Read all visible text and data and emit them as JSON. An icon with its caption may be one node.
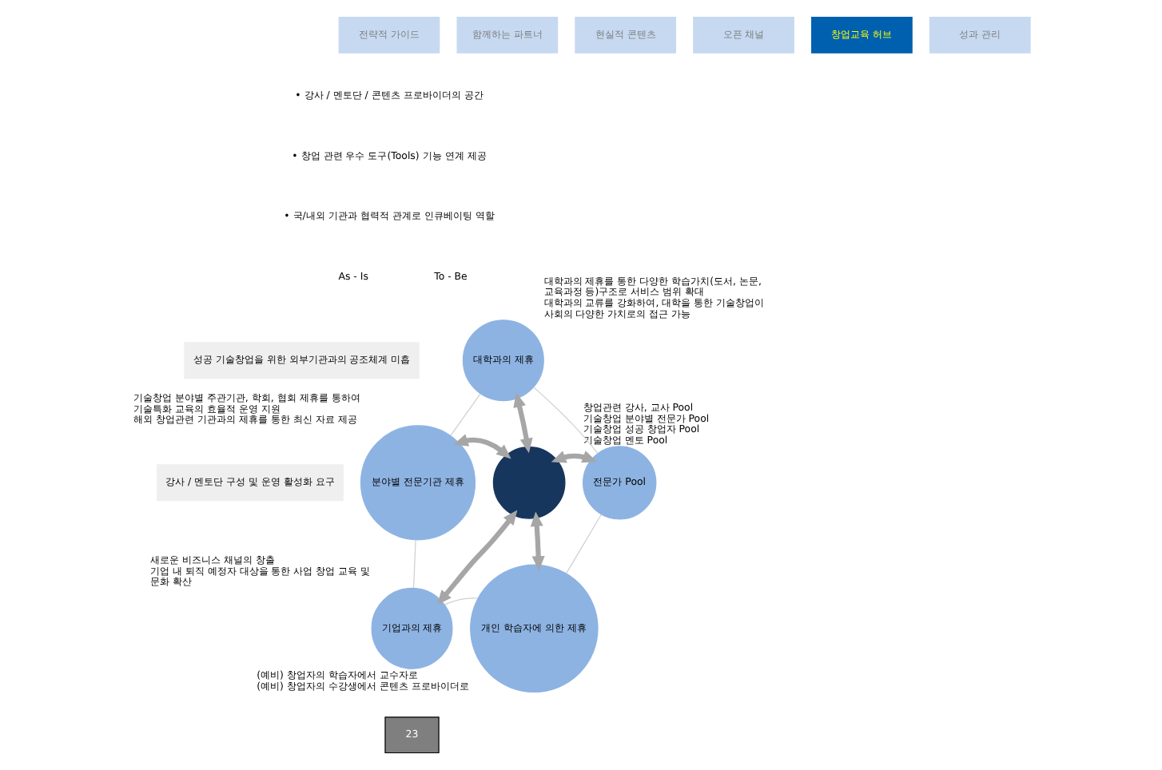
{
  "diagram": {
    "nodes": [
      {
        "text": [
          "전략적 가이드"
        ]
      },
      {
        "text": [
          "함께하는 파트너"
        ]
      },
      {
        "text": [
          "현실적 콘텐츠"
        ]
      },
      {
        "text": [
          "오픈 채널"
        ]
      },
      {
        "text": [
          "창업교육 허브"
        ]
      },
      {
        "text": [
          "성과 관리"
        ]
      },
      {
        "text": [
          "성공 기술창업을 위한 외부기관과의 공조체계 미흡"
        ]
      },
      {
        "text": [
          "강사 / 멘토단 구성 및 운영 활성화 요구"
        ]
      },
      {
        "text": [
          "대학과의 제휴"
        ],
        "beside": [
          "대학과의 제휴를 통한 다양한 학습가치(도서, 논문, 교육과정 등)구조로 서비스 범위 확대",
          "대학과의 교류를 강화하여, 대학을 통한 기술창업이 사회의 다양한 가치로의 접근 가능"
        ]
      },
      {
        "text": [
          "분야별 전문기관 제휴"
        ],
        "beside": [
          "기술창업 분야별 주관기관, 학회, 협회 제휴를 통하여 기술특화 교육의 효율적 운영 지원",
          "해외 창업관련 기관과의 제휴를 통한 최신 자료 제공"
        ]
      },
      {
        "text": [],
        "shape": "circle"
      },
      {
        "text": [
          "전문가 Pool"
        ],
        "beside": [
          "창업관련 강사, 교사 Pool",
          "기술창업 분야별 전문가 Pool",
          "기술창업 성공 창업자 Pool",
          "기술창업 멘토 Pool"
        ]
      },
      {
        "text": [
          "기업과의 제휴"
        ],
        "beside": [
          "새로운 비즈니스 채널의 창출",
          "기업 내 퇴직 예정자 대상을 통한 사업 창업 교육 및 문화 확산"
        ]
      },
      {
        "text": [
          "개인 학습자에 의한 제휴"
        ],
        "beside": [
          "(예비) 창업자의 학습자에서 교수자로",
          "(예비) 창업자의 수강생에서 콘텐츠 프로바이더로"
        ]
      }
    ],
    "edges": [
      {
        "from": 10,
        "to": 8,
        "arrow": "both",
        "style": "thick"
      },
      {
        "from": 10,
        "to": 9,
        "arrow": "both",
        "style": "thick"
      },
      {
        "from": 10,
        "to": 11,
        "arrow": "both",
        "style": "thick"
      },
      {
        "from": 10,
        "to": 12,
        "arrow": "both",
        "style": "thick"
      },
      {
        "from": 10,
        "to": 13,
        "arrow": "both",
        "style": "thick"
      },
      {
        "from": 8,
        "to": 11,
        "arrow": "none"
      },
      {
        "from": 11,
        "to": 13,
        "arrow": "none"
      },
      {
        "from": 13,
        "to": 12,
        "arrow": "none"
      },
      {
        "from": 12,
        "to": 9,
        "arrow": "none"
      },
      {
        "from": 9,
        "to": 8,
        "arrow": "none"
      }
    ],
    "labels": [
      "• 강사 / 멘토단 / 콘텐츠 프로바이더의 공간",
      "• 창업 관련 우수 도구(Tools) 기능 연계 제공",
      "• 국/내외 기관과 협력적 관계로 인큐베이팅 역할",
      "As - Is",
      "To - Be",
      "23"
    ]
  }
}
